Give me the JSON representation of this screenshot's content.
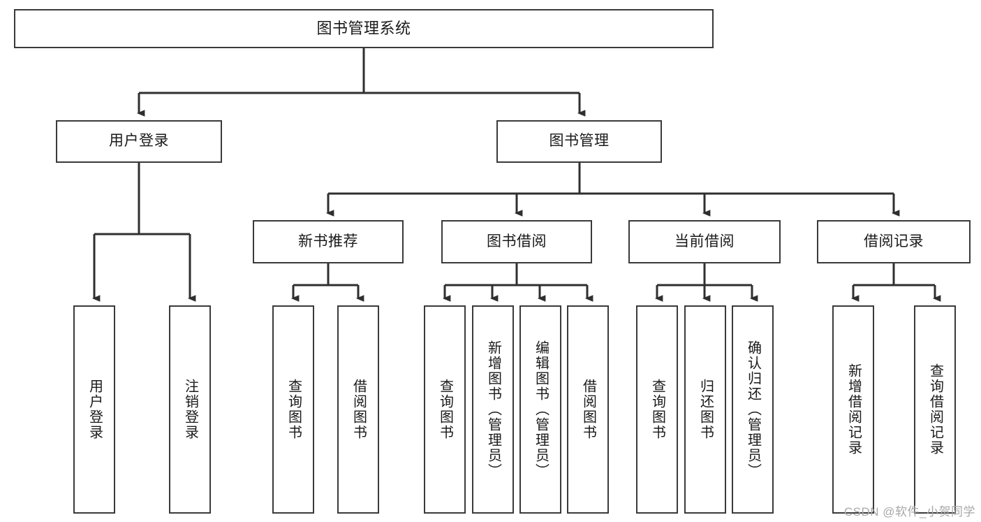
{
  "diagram": {
    "title": "图书管理系统",
    "type": "tree-hierarchy",
    "style": {
      "box_border_color": "#3a3a3a",
      "box_fill": "#ffffff",
      "line_color": "#333333",
      "text_color": "#1a1a1a",
      "background": "#ffffff"
    },
    "root": {
      "label": "图书管理系统"
    },
    "level2": [
      {
        "label": "用户登录"
      },
      {
        "label": "图书管理"
      }
    ],
    "level3": [
      {
        "label": "新书推荐"
      },
      {
        "label": "图书借阅"
      },
      {
        "label": "当前借阅"
      },
      {
        "label": "借阅记录"
      }
    ],
    "leaves": {
      "user_login": [
        {
          "label": "用户登录"
        },
        {
          "label": "注销登录"
        }
      ],
      "new_book_recommend": [
        {
          "label": "查询图书"
        },
        {
          "label": "借阅图书"
        }
      ],
      "book_borrow": [
        {
          "label": "查询图书"
        },
        {
          "label": "新增图书（管理员）"
        },
        {
          "label": "编辑图书（管理员）"
        },
        {
          "label": "借阅图书"
        }
      ],
      "current_borrow": [
        {
          "label": "查询图书"
        },
        {
          "label": "归还图书"
        },
        {
          "label": "确认归还（管理员）"
        }
      ],
      "borrow_record": [
        {
          "label": "新增借阅记录"
        },
        {
          "label": "查询借阅记录"
        }
      ]
    }
  },
  "watermark": {
    "text": "CSDN @软件_小贺同学"
  }
}
